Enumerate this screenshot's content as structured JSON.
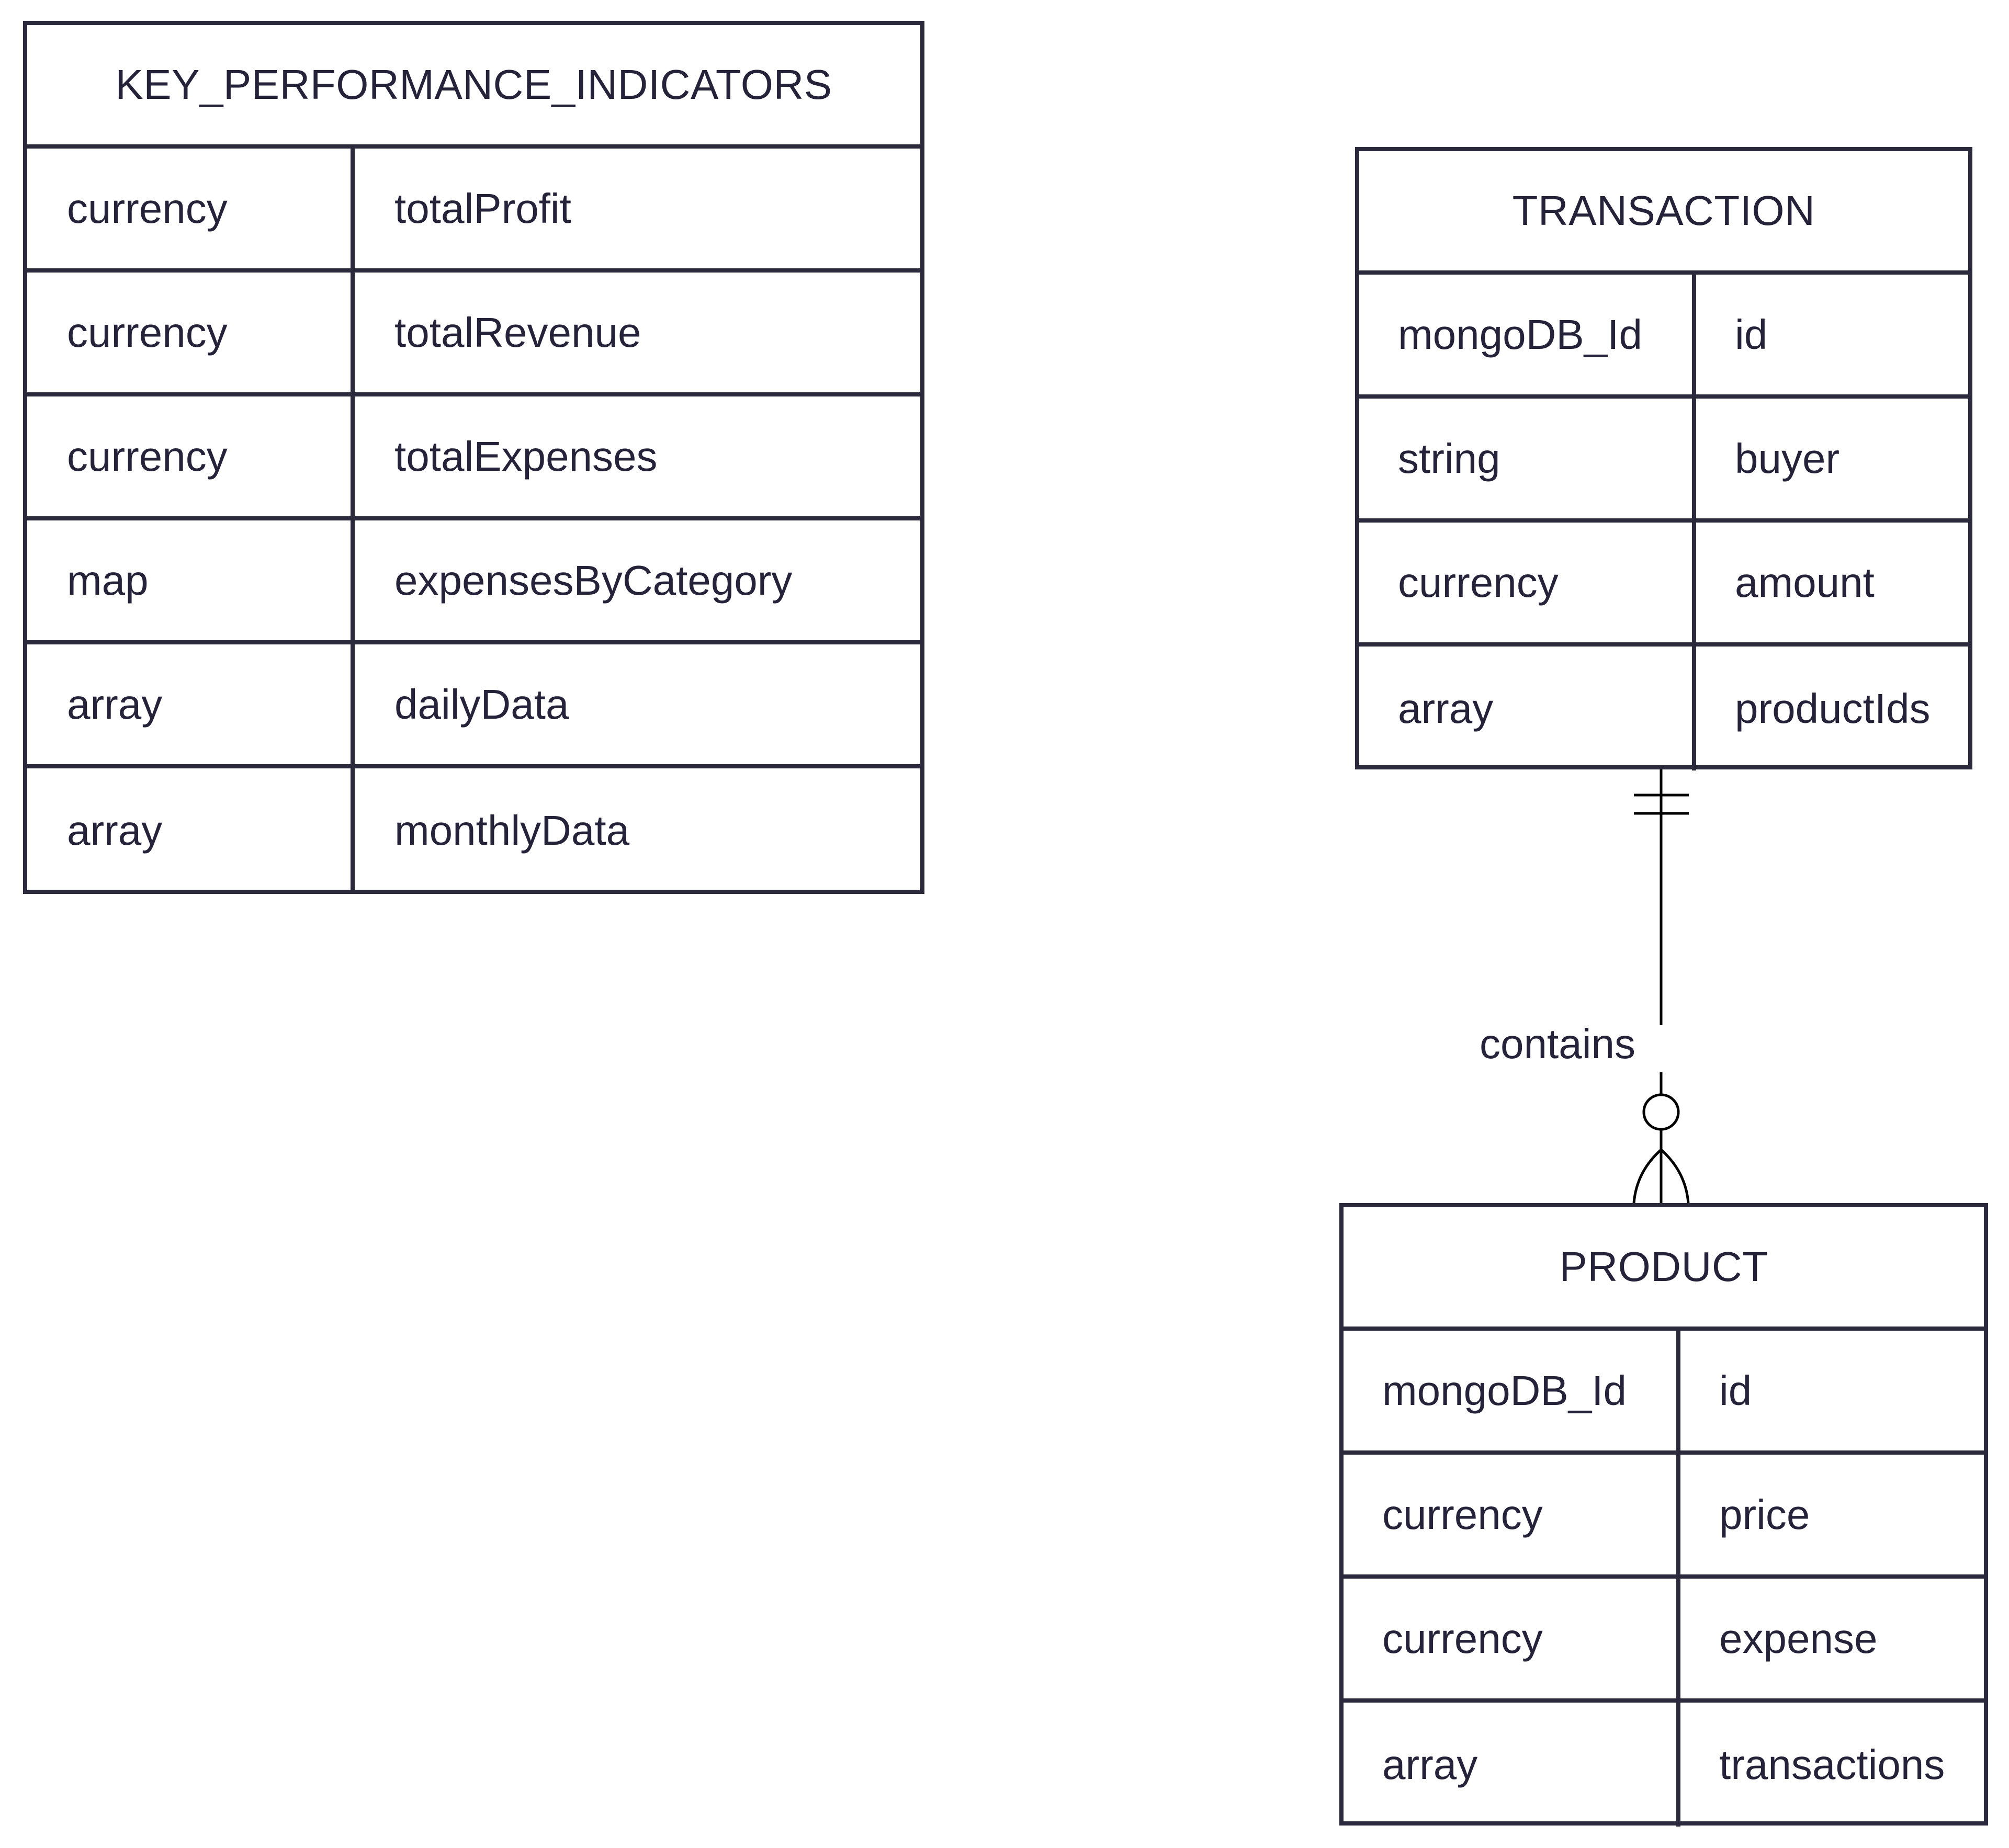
{
  "entities": [
    {
      "id": "kpi",
      "name": "KEY_PERFORMANCE_INDICATORS",
      "attributes": [
        {
          "type": "currency",
          "name": "totalProfit"
        },
        {
          "type": "currency",
          "name": "totalRevenue"
        },
        {
          "type": "currency",
          "name": "totalExpenses"
        },
        {
          "type": "map",
          "name": "expensesByCategory"
        },
        {
          "type": "array",
          "name": "dailyData"
        },
        {
          "type": "array",
          "name": "monthlyData"
        }
      ]
    },
    {
      "id": "transaction",
      "name": "TRANSACTION",
      "attributes": [
        {
          "type": "mongoDB_Id",
          "name": "id"
        },
        {
          "type": "string",
          "name": "buyer"
        },
        {
          "type": "currency",
          "name": "amount"
        },
        {
          "type": "array",
          "name": "productIds"
        }
      ]
    },
    {
      "id": "product",
      "name": "PRODUCT",
      "attributes": [
        {
          "type": "mongoDB_Id",
          "name": "id"
        },
        {
          "type": "currency",
          "name": "price"
        },
        {
          "type": "currency",
          "name": "expense"
        },
        {
          "type": "array",
          "name": "transactions"
        }
      ]
    }
  ],
  "relationships": [
    {
      "from": "TRANSACTION",
      "to": "PRODUCT",
      "label": "contains",
      "from_cardinality": "exactly-one",
      "to_cardinality": "zero-or-many"
    }
  ],
  "colors": {
    "border": "#2b2a3c",
    "text": "#25233a",
    "line": "#000000",
    "background": "#ffffff"
  }
}
